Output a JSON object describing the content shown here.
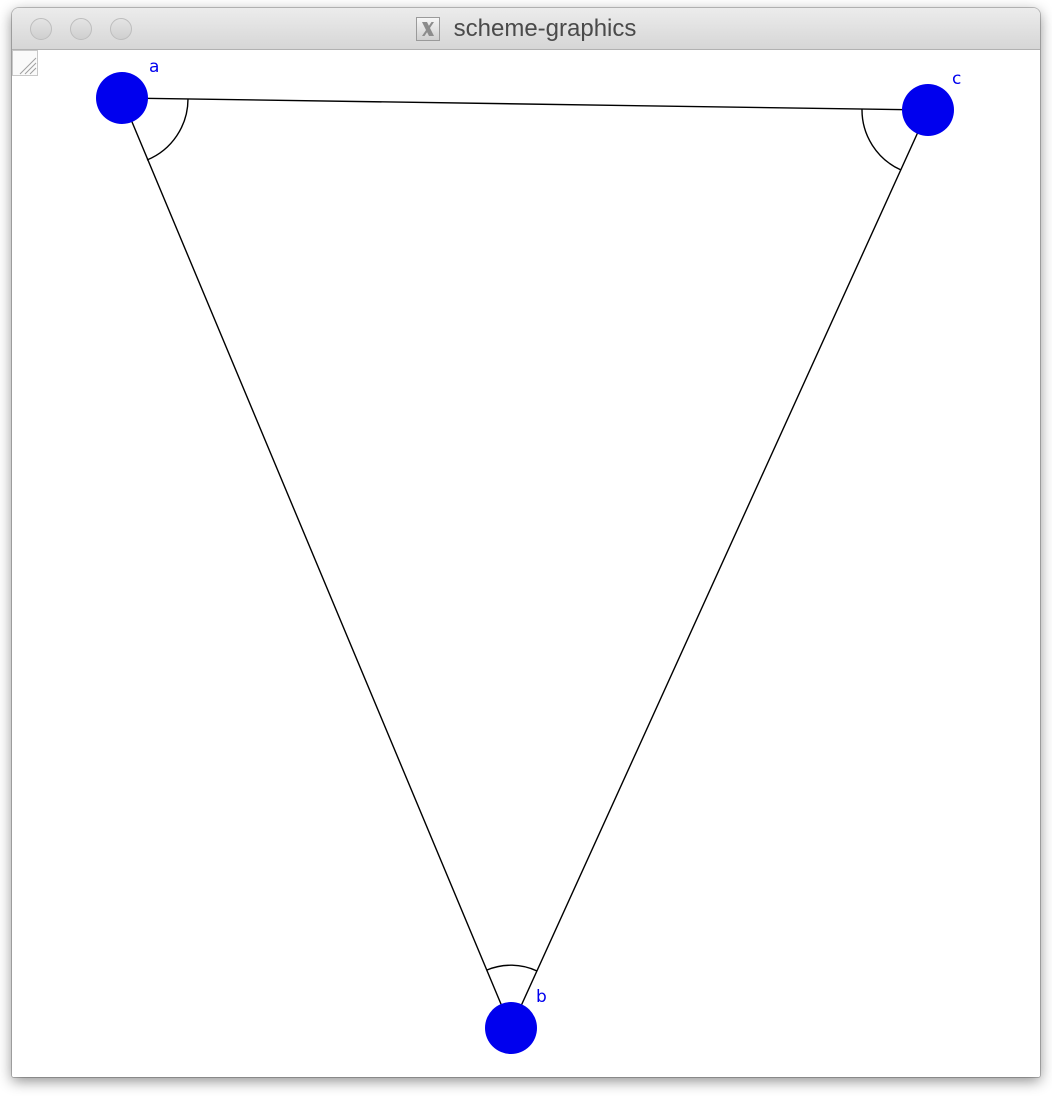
{
  "window": {
    "title": "scheme-graphics",
    "app_icon": "x11-icon",
    "buttons": [
      "close",
      "minimize",
      "zoom"
    ]
  },
  "figure": {
    "point_color": "#0000ee",
    "line_color": "#000000",
    "points": [
      {
        "label": "a"
      },
      {
        "label": "c"
      },
      {
        "label": "b"
      }
    ]
  }
}
